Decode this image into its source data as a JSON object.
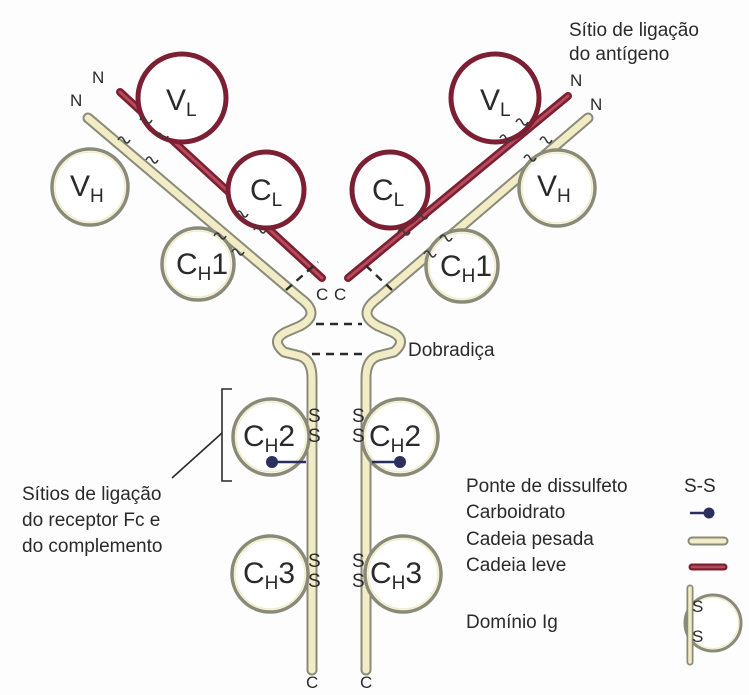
{
  "labels": {
    "antigen_site": [
      "Sítio de ligação",
      "do antígeno"
    ],
    "hinge": "Dobradiça",
    "fc_sites": [
      "Sítios de ligação",
      "do receptor Fc e",
      "do complemento"
    ]
  },
  "termini": {
    "n": "N",
    "c": "C"
  },
  "domains": {
    "vl": {
      "base": "V",
      "sub": "L"
    },
    "vh": {
      "base": "V",
      "sub": "H"
    },
    "cl": {
      "base": "C",
      "sub": "L"
    },
    "ch1": {
      "base": "C",
      "sub": "H",
      "suffix": "1"
    },
    "ch2": {
      "base": "C",
      "sub": "H",
      "suffix": "2"
    },
    "ch3": {
      "base": "C",
      "sub": "H",
      "suffix": "3"
    }
  },
  "disulfide": "S",
  "legend": {
    "disulfide": "Ponte de dissulfeto",
    "disulfide_symbol": "S-S",
    "carbohydrate": "Carboidrato",
    "heavy_chain": "Cadeia pesada",
    "light_chain": "Cadeia leve",
    "ig_domain": "Domínio Ig"
  },
  "colors": {
    "heavy_chain": "#f1ecc6",
    "heavy_outline": "#8a8a78",
    "light_chain": "#7c1f33",
    "carbohydrate": "#2b2f5e"
  }
}
